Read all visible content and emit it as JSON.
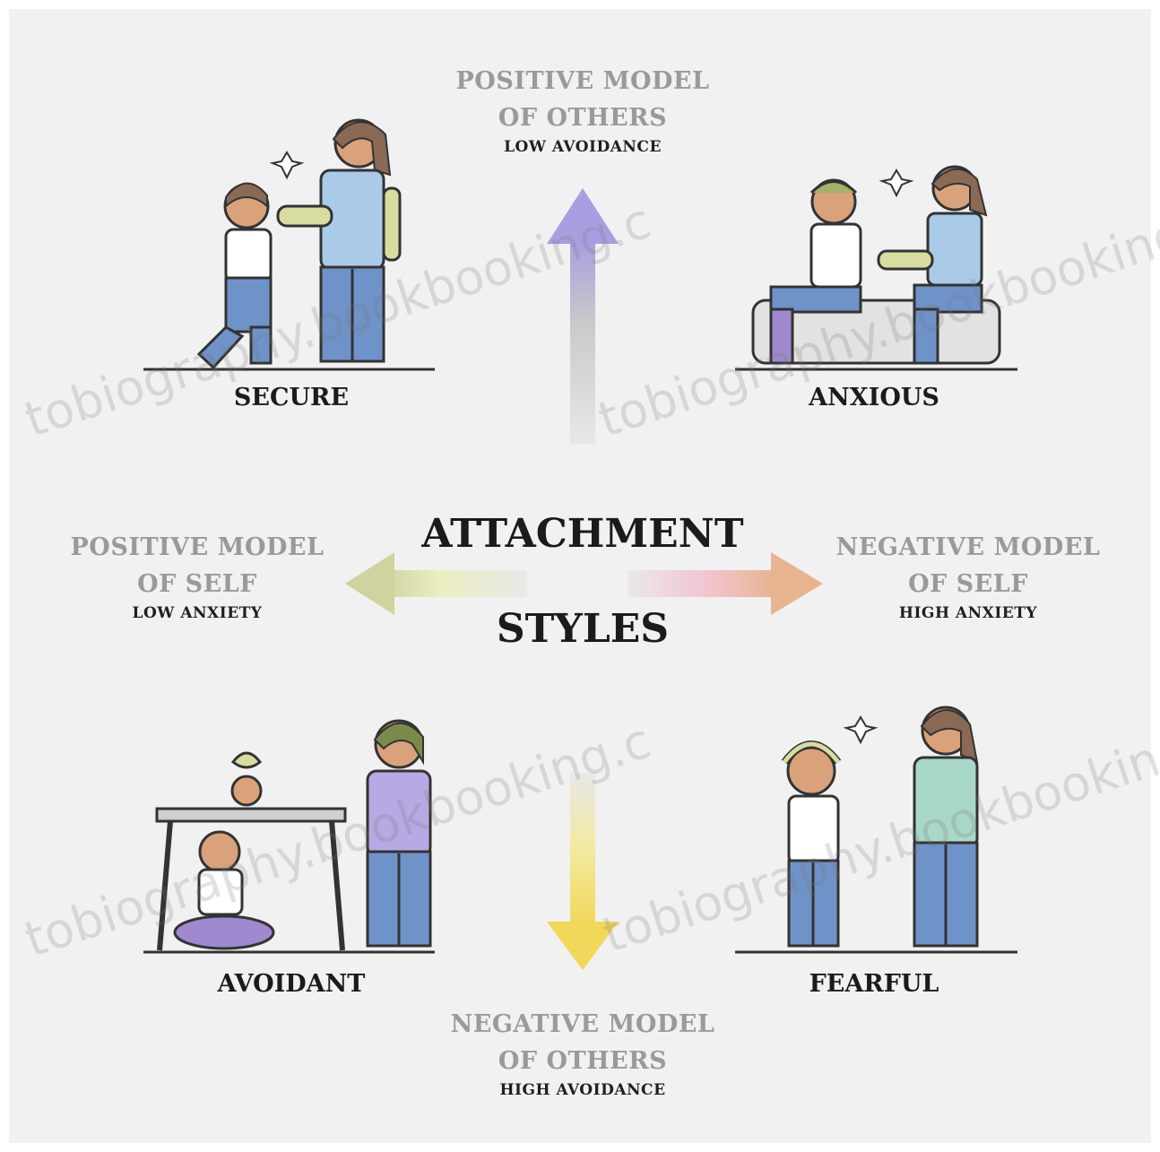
{
  "title": {
    "line1": "ATTACHMENT",
    "line2": "STYLES"
  },
  "axes": {
    "top": {
      "line1": "POSITIVE MODEL",
      "line2": "OF OTHERS",
      "sub": "LOW AVOIDANCE"
    },
    "bottom": {
      "line1": "NEGATIVE MODEL",
      "line2": "OF OTHERS",
      "sub": "HIGH AVOIDANCE"
    },
    "left": {
      "line1": "POSITIVE MODEL",
      "line2": "OF SELF",
      "sub": "LOW ANXIETY"
    },
    "right": {
      "line1": "NEGATIVE MODEL",
      "line2": "OF SELF",
      "sub": "HIGH ANXIETY"
    }
  },
  "quadrants": {
    "top_left": "SECURE",
    "top_right": "ANXIOUS",
    "bottom_left": "AVOIDANT",
    "bottom_right": "FEARFUL"
  },
  "watermark": "tobiography.bookbooking.c",
  "colors": {
    "arrow_up": "#a99ee0",
    "arrow_down": "#f1e07a",
    "arrow_left": "#d9dcaa",
    "arrow_right": "#f0b6a0",
    "pants": "#6f93c8",
    "skin": "#d9a27b",
    "hair": "#8a6a55"
  }
}
